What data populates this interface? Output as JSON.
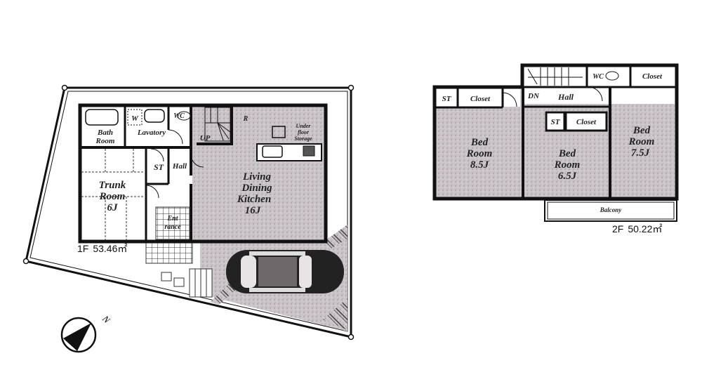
{
  "floor1": {
    "area_label": "1F",
    "area_value": "53.46㎡",
    "rooms": {
      "bath": "Bath Room",
      "bath_line1": "Bath",
      "bath_line2": "Room",
      "washer": "W",
      "lavatory": "Lavatory",
      "wc": "WC",
      "up": "UP",
      "refrigerator": "R",
      "under_floor_storage_1": "Under",
      "under_floor_storage_2": "floor",
      "under_floor_storage_3": "Storage",
      "storage": "ST",
      "hall": "Hall",
      "trunk_1": "Trunk",
      "trunk_2": "Room",
      "trunk_3": "6J",
      "ldk_1": "Living",
      "ldk_2": "Dining",
      "ldk_3": "Kitchen",
      "ldk_4": "16J",
      "entrance_1": "Ent",
      "entrance_2": "rance"
    }
  },
  "floor2": {
    "area_label": "2F",
    "area_value": "50.22㎡",
    "rooms": {
      "st_left": "ST",
      "closet_left": "Closet",
      "dn": "DN",
      "hall": "Hall",
      "wc": "WC",
      "closet_right": "Closet",
      "st_mid": "ST",
      "closet_mid": "Closet",
      "bed1_1": "Bed",
      "bed1_2": "Room",
      "bed1_3": "8.5J",
      "bed2_1": "Bed",
      "bed2_2": "Room",
      "bed2_3": "6.5J",
      "bed3_1": "Bed",
      "bed3_2": "Room",
      "bed3_3": "7.5J",
      "balcony": "Balcony"
    }
  },
  "compass": {
    "north_label": "N"
  },
  "colors": {
    "wall": "#111111",
    "floor_fill": "#c9c2c6",
    "wet_area": "#ffffff"
  }
}
